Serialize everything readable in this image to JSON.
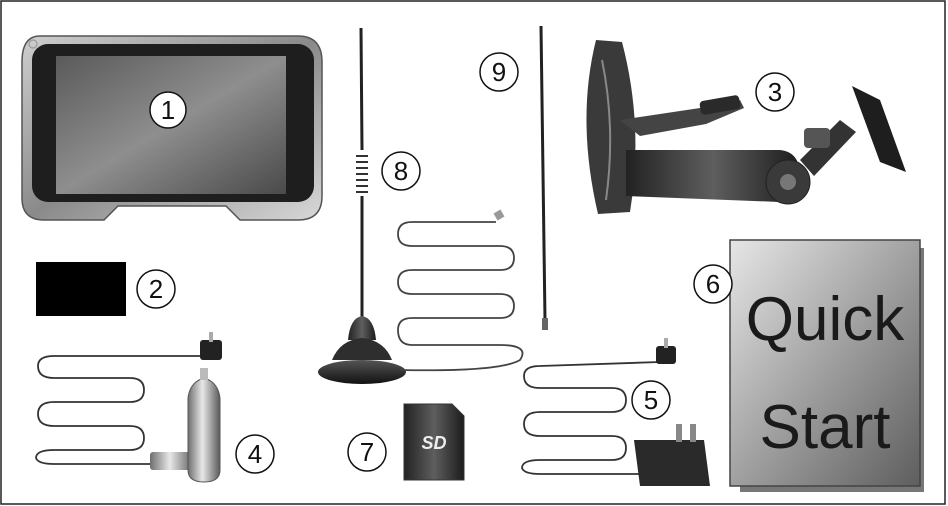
{
  "components": [
    {
      "id": "display",
      "callout": "1",
      "icon": "gps-display-unit"
    },
    {
      "id": "black-rectangle",
      "callout": "2",
      "icon": "black-rectangle"
    },
    {
      "id": "suction-mount",
      "callout": "3",
      "icon": "suction-cup-mount"
    },
    {
      "id": "car-charger",
      "callout": "4",
      "icon": "car-charger-cable"
    },
    {
      "id": "ac-adapter",
      "callout": "5",
      "icon": "ac-wall-adapter-cable"
    },
    {
      "id": "quick-start-guide",
      "callout": "6",
      "icon": "quick-start-booklet"
    },
    {
      "id": "sd-card",
      "callout": "7",
      "icon": "sd-card"
    },
    {
      "id": "magnetic-antenna",
      "callout": "8",
      "icon": "magnetic-base-antenna"
    },
    {
      "id": "whip-antenna",
      "callout": "9",
      "icon": "whip-antenna"
    }
  ],
  "quick_start": {
    "line1": "Quick",
    "line2": "Start"
  },
  "sd_card": {
    "logo": "SD"
  }
}
